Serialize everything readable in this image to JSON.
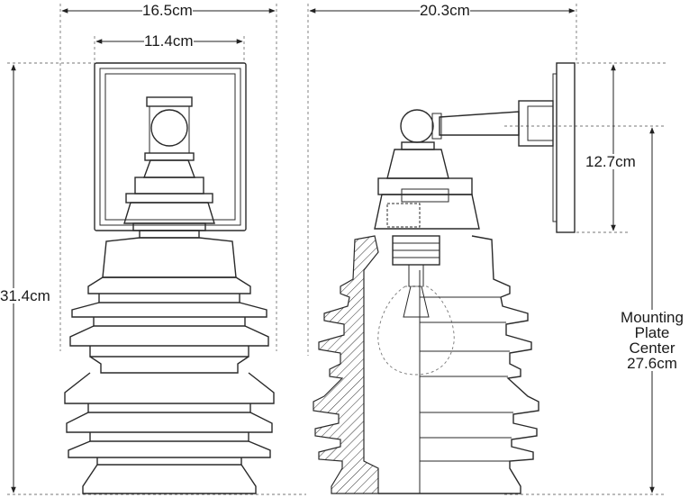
{
  "dimensions": {
    "front_width": "16.5cm",
    "backplate_width": "11.4cm",
    "side_depth": "20.3cm",
    "height": "31.4cm",
    "backplate_height": "12.7cm",
    "mounting_label_lines": [
      "Mounting",
      "Plate",
      "Center",
      "27.6cm"
    ]
  }
}
